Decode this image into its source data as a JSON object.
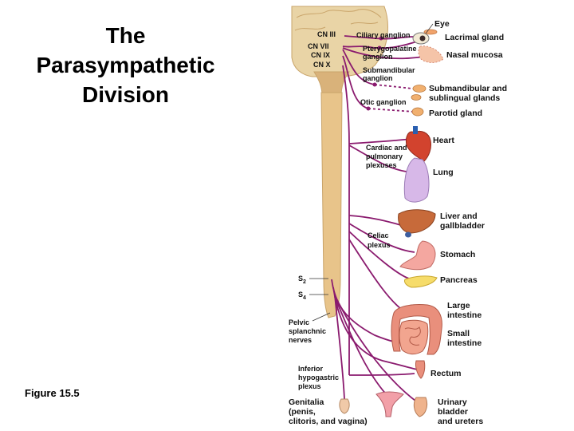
{
  "title": {
    "line1": "The",
    "line2": "Parasympathetic",
    "line3": "Division"
  },
  "caption": "Figure 15.5",
  "colors": {
    "nerve": "#8a1a6e",
    "spinal_cord": "#e8c48a",
    "brain": "#e9d4a6"
  },
  "diagram": {
    "cranial_nerves": {
      "cn3": "CN III",
      "cn7": "CN VII",
      "cn9": "CN IX",
      "cn10": "CN X"
    },
    "sacral": {
      "s2_base": "S",
      "s2_sub": "2",
      "s4_base": "S",
      "s4_sub": "4"
    },
    "ganglia": {
      "ciliary": "Ciliary ganglion",
      "pterygopalatine_1": "Pterygopalatine",
      "pterygopalatine_2": "ganglion",
      "submandibular_1": "Submandibular",
      "submandibular_2": "ganglion",
      "otic": "Otic ganglion"
    },
    "plexuses": {
      "cardiac_1": "Cardiac and",
      "cardiac_2": "pulmonary",
      "cardiac_3": "plexuses",
      "celiac_1": "Celiac",
      "celiac_2": "plexus",
      "pelvic_1": "Pelvic",
      "pelvic_2": "splanchnic",
      "pelvic_3": "nerves",
      "hypogastric_1": "Inferior",
      "hypogastric_2": "hypogastric",
      "hypogastric_3": "plexus"
    },
    "organs": {
      "eye": "Eye",
      "lacrimal": "Lacrimal gland",
      "nasal": "Nasal mucosa",
      "submandibular_1": "Submandibular and",
      "submandibular_2": "sublingual glands",
      "parotid": "Parotid gland",
      "heart": "Heart",
      "lung": "Lung",
      "liver_1": "Liver and",
      "liver_2": "gallbladder",
      "stomach": "Stomach",
      "pancreas": "Pancreas",
      "large_intestine_1": "Large",
      "large_intestine_2": "intestine",
      "small_intestine_1": "Small",
      "small_intestine_2": "intestine",
      "rectum": "Rectum",
      "genitalia_1": "Genitalia",
      "genitalia_2": "(penis,",
      "genitalia_3": "clitoris, and vagina)",
      "urinary_1": "Urinary",
      "urinary_2": "bladder",
      "urinary_3": "and ureters"
    }
  }
}
